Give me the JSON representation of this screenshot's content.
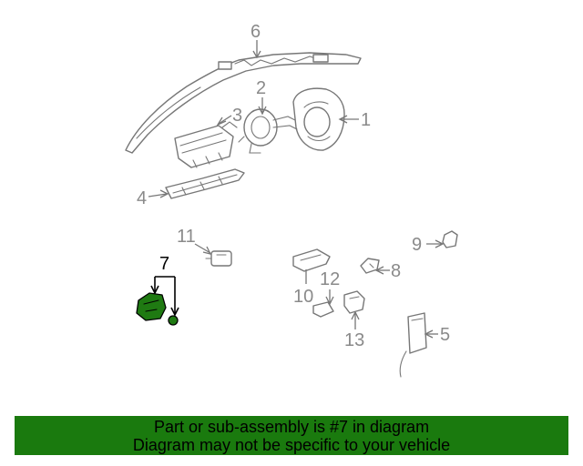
{
  "diagram": {
    "highlight_color": "#1f7a12",
    "callouts": {
      "c1": "1",
      "c2": "2",
      "c3": "3",
      "c4": "4",
      "c5": "5",
      "c6": "6",
      "c7": "7",
      "c8": "8",
      "c9": "9",
      "c10": "10",
      "c11": "11",
      "c12": "12",
      "c13": "13"
    },
    "highlighted_part": "7"
  },
  "banner": {
    "background": "#1a7a0e",
    "line1": "Part or sub-assembly is #7 in diagram",
    "line2": "Diagram may not be specific to your vehicle"
  }
}
